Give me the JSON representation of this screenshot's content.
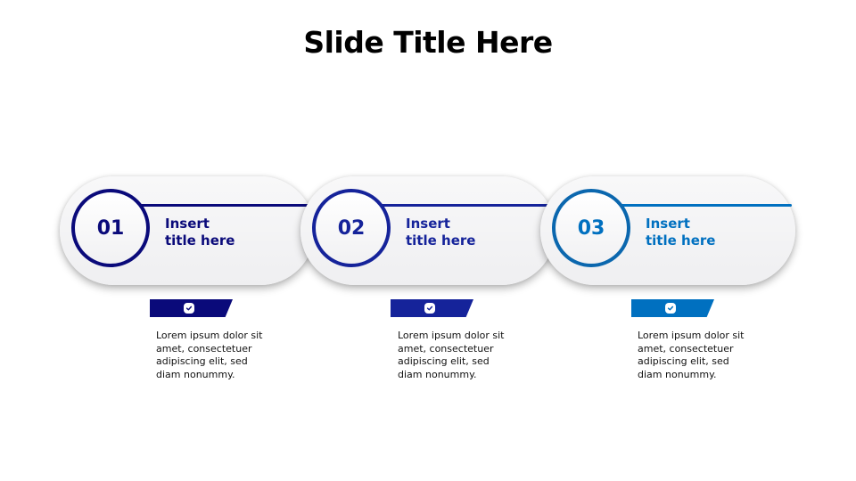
{
  "slide": {
    "title": "Slide Title Here"
  },
  "steps": [
    {
      "number": "01",
      "title_line1": "Insert",
      "title_line2": "title here",
      "color": "#0a0a7a",
      "icon": "check-icon",
      "description": "Lorem ipsum dolor sit amet, consectetuer adipiscing elit, sed diam nonummy."
    },
    {
      "number": "02",
      "title_line1": "Insert",
      "title_line2": "title here",
      "color": "#15239a",
      "icon": "check-icon",
      "description": "Lorem ipsum dolor sit amet, consectetuer adipiscing elit, sed diam nonummy."
    },
    {
      "number": "03",
      "title_line1": "Insert",
      "title_line2": "title here",
      "color": "#0070c0",
      "icon": "check-icon",
      "description": "Lorem ipsum dolor sit amet, consectetuer adipiscing elit, sed diam nonummy."
    }
  ]
}
